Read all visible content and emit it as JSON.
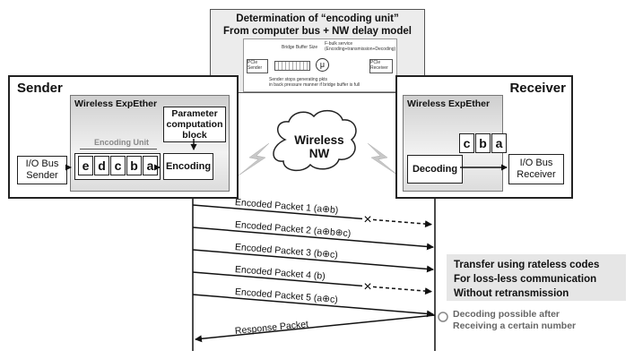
{
  "header": {
    "line1": "Determination of “encoding unit”",
    "line2": "From computer bus + NW delay model",
    "model": {
      "buffer_label": "Bridge Buffer Size",
      "service_label": "F-bulk service",
      "service_sub": "(Encoding+transmission+Decoding)",
      "sender_label": "PCIe Sender",
      "receiver_label": "PCIe Receiver",
      "mu": "μ",
      "caption_line1": "Sender stops generating pkts",
      "caption_line2": "in back pressure manner if bridge buffer is full"
    }
  },
  "sender": {
    "title": "Sender",
    "wireless_label": "Wireless ExpEther",
    "param_block": "Parameter computation block",
    "encoding_unit_label": "Encoding Unit",
    "cells": [
      "e",
      "d",
      "c",
      "b",
      "a"
    ],
    "encoding_label": "Encoding",
    "io_label": "I/O Bus Sender"
  },
  "receiver": {
    "title": "Receiver",
    "wireless_label": "Wireless ExpEther",
    "cells": [
      "c",
      "b",
      "a"
    ],
    "decoding_label": "Decoding",
    "io_label": "I/O Bus Receiver"
  },
  "network": {
    "label": "Wireless NW"
  },
  "packets": [
    {
      "label": "Encoded Packet 1 (a⊕b)",
      "lost": true
    },
    {
      "label": "Encoded Packet 2 (a⊕b⊕c)",
      "lost": false
    },
    {
      "label": "Encoded Packet 3 (b⊕c)",
      "lost": false
    },
    {
      "label": "Encoded Packet 4 (b)",
      "lost": true
    },
    {
      "label": "Encoded Packet 5 (a⊕c)",
      "lost": false
    }
  ],
  "response": {
    "label": "Response Packet"
  },
  "notes": {
    "transfer": [
      "Transfer using rateless codes",
      "For loss-less communication",
      "Without retransmission"
    ],
    "decoding": [
      "Decoding possible after",
      "Receiving a certain number"
    ]
  },
  "lost_marker": "×"
}
